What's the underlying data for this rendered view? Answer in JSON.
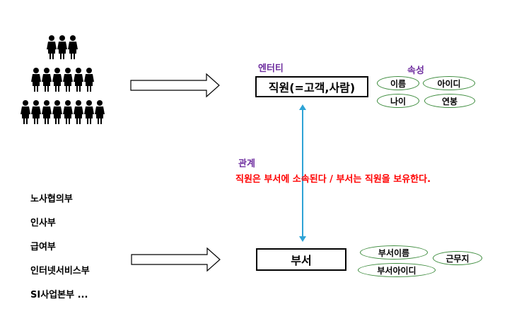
{
  "entity": {
    "section_label": "엔터티",
    "name": "직원(=고객,사람)"
  },
  "attributes": {
    "section_label": "속성",
    "employee_attrs": [
      "이름",
      "아이디",
      "나이",
      "연봉"
    ],
    "department_attrs": [
      "부서이름",
      "근무지",
      "부서아이디"
    ]
  },
  "relationship": {
    "section_label": "관계",
    "text": "직원은 부서에 소속된다 / 부서는 직원을 보유한다."
  },
  "departments": {
    "items": [
      "노사협의부",
      "인사부",
      "급여부",
      "인터넷서비스부",
      "SI사업본부 ..."
    ],
    "entity_name": "부서"
  },
  "colors": {
    "label_purple": "#7030a0",
    "relation_red": "#ff0000",
    "oval_green": "#3a8a3a",
    "connector_blue": "#2ea3d6"
  },
  "icons": {
    "people": "people-crowd-icon"
  }
}
